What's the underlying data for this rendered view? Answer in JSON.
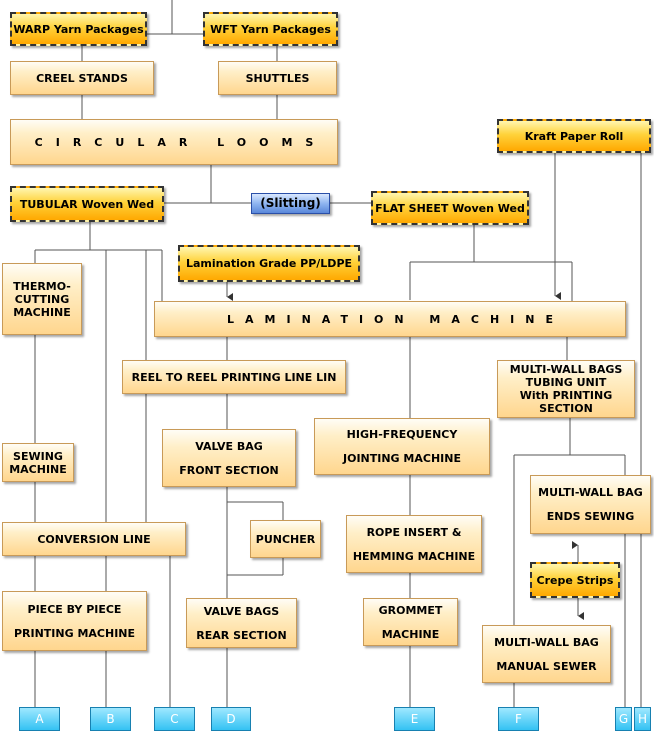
{
  "inputs": {
    "warp": "WARP Yarn Packages",
    "wft": "WFT Yarn Packages",
    "kraft": "Kraft Paper Roll",
    "lamination_grade": "Lamination Grade PP/LDPE",
    "crepe": "Crepe Strips"
  },
  "machines": {
    "creel": "CREEL STANDS",
    "shuttles": "SHUTTLES",
    "circular_looms": "CIRCULAR LOOMS",
    "tubular": "TUBULAR Woven Wed",
    "slitting": "(Slitting)",
    "flat_sheet": "FLAT SHEET Woven Wed",
    "thermo_1": "THERMO-",
    "thermo_2": "CUTTING",
    "thermo_3": "MACHINE",
    "lamination": "LAMINATION MACHINE",
    "reel": "REEL TO REEL PRINTING LINE LIN",
    "multiwall_tubing_1": "MULTI-WALL BAGS",
    "multiwall_tubing_2": "TUBING UNIT",
    "multiwall_tubing_3": "With PRINTING",
    "multiwall_tubing_4": "SECTION",
    "valve_front_1": "VALVE BAG",
    "valve_front_2": "FRONT SECTION",
    "hf_1": "HIGH-FREQUENCY",
    "hf_2": "JOINTING MACHINE",
    "sewing_1": "SEWING",
    "sewing_2": "MACHINE",
    "multiwall_ends_1": "MULTI-WALL BAG",
    "multiwall_ends_2": "ENDS SEWING",
    "conversion": "CONVERSION LINE",
    "puncher": "PUNCHER",
    "rope_1": "ROPE INSERT &",
    "rope_2": "HEMMING MACHINE",
    "piece_1": "PIECE BY PIECE",
    "piece_2": "PRINTING MACHINE",
    "valve_rear_1": "VALVE BAGS",
    "valve_rear_2": "REAR SECTION",
    "grommet_1": "GROMMET",
    "grommet_2": "MACHINE",
    "manual_1": "MULTI-WALL BAG",
    "manual_2": "MANUAL SEWER"
  },
  "terminals": [
    "A",
    "B",
    "C",
    "D",
    "E",
    "F",
    "G",
    "H"
  ]
}
